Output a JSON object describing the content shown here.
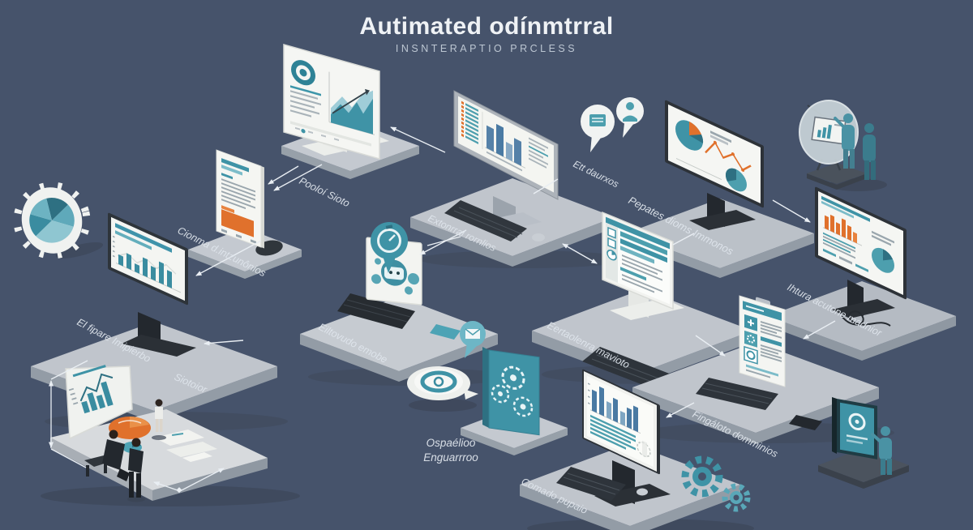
{
  "title": {
    "text": "Autimated odínmtrral",
    "subtitle": "INSNTERAPTIO PRCLESS"
  },
  "colors": {
    "background": "#46536B",
    "teal": "#3F93A6",
    "teal_light": "#7CBCC9",
    "orange": "#E0712C",
    "platform_gray": "#C0C5CC",
    "bezel_dark": "#2D3238",
    "arrow": "#E9EEF3",
    "label_text": "#DFE5EC"
  },
  "labels": {
    "pool": "Pooloí Sioto",
    "cionma": "Cionma d.intzunônios",
    "fipare": "El fipare Imipierbo",
    "siotoior": "Siotoior",
    "ett": "Ett daurxos",
    "extonrral": "Extonrral rornlios",
    "eiltovudo": "Eiltovudo emobe",
    "pepates": "Pepates dioms Immonos",
    "eertaolenra": "Eertaolenra mavioto",
    "ihtura": "Ihtura acutone madnior",
    "fingaloto": "Fingáloto domminios",
    "ospaelioo_1": "Ospaélioo",
    "ospaelioo_2": "Enguarrroo",
    "comado": "Comado pupaio"
  }
}
